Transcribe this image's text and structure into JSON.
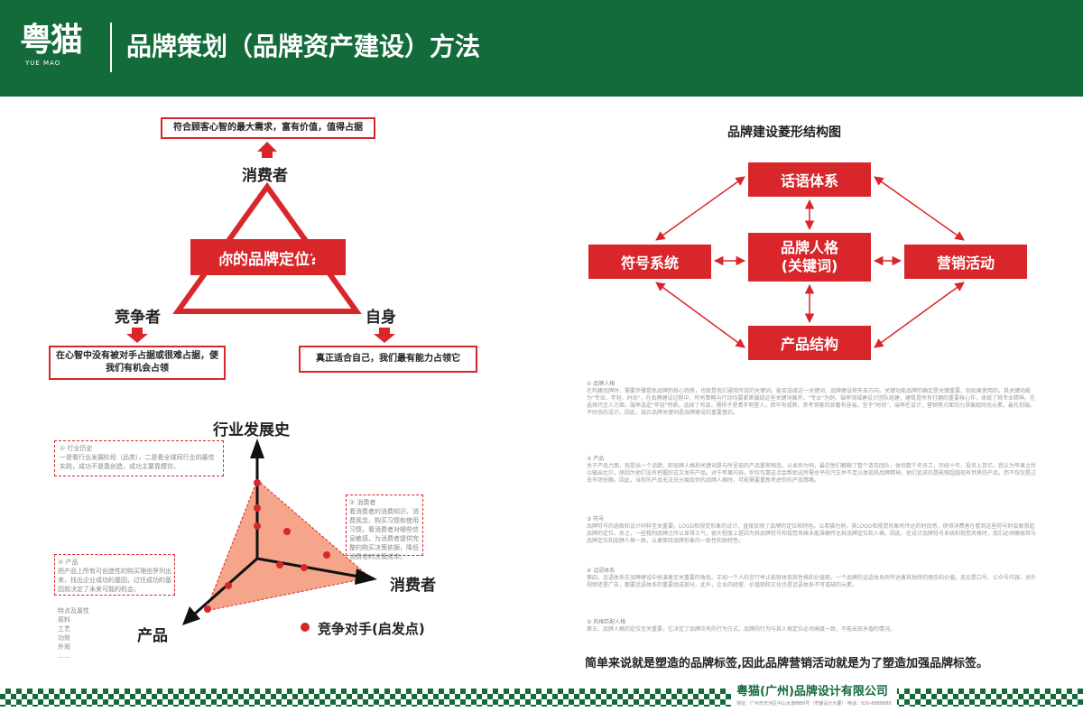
{
  "header": {
    "logo_text": "粤猫",
    "logo_sub": "YUE MAO",
    "title": "品牌策划（品牌资产建设）方法"
  },
  "triangle": {
    "top_box": "符合顾客心智的最大需求，富有价值，值得占据",
    "top_label": "消费者",
    "center": "你的品牌定位?",
    "left_label": "竞争者",
    "left_box": "在心智中没有被对手占据或很难占据，便我们有机会占领",
    "right_label": "自身",
    "right_box": "真正适合自己，我们最有能力占领它"
  },
  "radar": {
    "axis_top": "行业发展史",
    "axis_right": "消费者",
    "axis_left": "产品",
    "legend": "竞争对手(启发点)",
    "note1_title": "① 行业历史",
    "note1_body": "一是看行业发展阶段（品类），二是看全球同行业的最佳实践，成功不是靠创造，成功主要靠模仿。",
    "note2_title": "② 消费者",
    "note2_body": "看消费者的消费知识、消费观念、购买习惯和使用习惯，看消费者对哪些信息敏感，为消费者提供完整的购买决策依据，降低消费者的决策成本。",
    "note3_title": "② 产品",
    "note3_body": "把产品上所有可创造性的购买理由罗列出来，找出企业成功的基因，过往成功的基因就决定了未来可能的机会。",
    "note3_list": [
      "特点及属性",
      "原料",
      "工艺",
      "功效",
      "外观",
      "……"
    ]
  },
  "diamond": {
    "title": "品牌建设菱形结构图",
    "top": "话语体系",
    "left": "符号系统",
    "center_line1": "品牌人格",
    "center_line2": "(关键词)",
    "right": "营销活动",
    "bottom": "产品结构"
  },
  "paragraphs": [
    {
      "h": "① 品牌人格",
      "b": "在构建品牌时，需要步骤提炼品牌的核心特质，也就是我们通常所说的关键词。能否选择这一关键词，品牌建设将失去方向。关键功能品牌的确定是关键重要，则如果使用的，其关键功能为\"专业、年轻、时尚\"，在品牌建设过程中，所有策略与行动均要紧密围绕这些关键词展开。\"专业\"为例，端率领城建设计团队组建，建筑是所有打磨的重要核心作，体现了其专业精神。在选择代言人方面，端率选定\"年轻\"特质，选择了有品，需样于是青年明星人，西华有成熟，参考领客的显著有容易。至于\"时尚\"，端率在设计，营销等方面均力求展现时尚元素，最先到端，不时尚的设计。因此，端正品牌关键词是品牌建设的重要基石。"
    },
    {
      "h": "② 产品",
      "b": "关于产品力面，我提出一个话题，即品牌人格和关键词是与所呈现的产品紧密相连。以卓异为例，最近他们都删了整个造车团队，体验数千名员工，历经十年，投资上百亿。我认为苹果之所以输出比尔，原因为他们没有把握好这次发布产品。对于苹果内容，你仅仅靠这点会帮助这所需水平的汽车并不足以体现其品牌精神。他们追求的是能够超越现有世界的产品，而不仅仅是过去市场份额。因此，当你的产品无法充分展现你的品牌人格时，可能需要重新考虑你的产品策略。"
    },
    {
      "h": "③ 符号",
      "b": "品牌符号的选取和设计同样至关重要。LOGO和视觉形象的设计，直接反映了品牌的定位和特色。以粤猫为例，其LOGO和视觉形象所传达的时尚感，使得消费者在看到这些符号时会联想起品牌的定位。反之，一些粗制品牌之所以显得土气，很大程度上是因为其品牌符号和视觉风格未能准确传达其品牌定位和人格。因此，在设计品牌符号系统和视觉风格时，我们必须确保其与品牌定位和品牌人格一致，以便保持品牌形象的一致性和独特性。"
    },
    {
      "h": "④ 话语体系",
      "b": "第四，话语体系在品牌建设中扮演着至关重要的角色。正如一个人的言行举止能够体现其性格和价值观，一个品牌的话语体系则传达着其独特的理念和价值。无论是口号、公众号内容、对外视频还是广告，都要话语体系的重要组成部分。此外，企业的经营、价值观和文化也是话语体系不可或缺的元素。"
    },
    {
      "h": "⑤ 风格匹配人格",
      "b": "第五，品牌人格的定位至关重要，它决定了品牌应有的行为方式。品牌的行为与其人格定位必须高度一致，不能出现矛盾的情况。"
    }
  ],
  "summary": "简单来说就是塑造的品牌标签,因此品牌营销活动就是为了塑造加强品牌标签。",
  "footer": {
    "company": "粤猫(广州)品牌设计有限公司",
    "address": "地址：广州市天河区中山大道西89号（粤猫设计大厦）  电话：020-8888888"
  }
}
